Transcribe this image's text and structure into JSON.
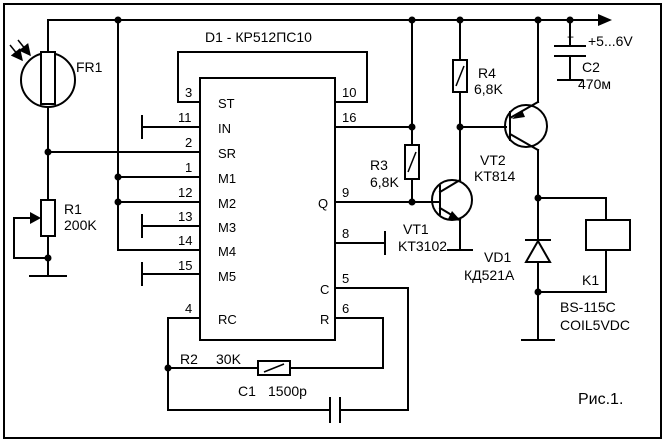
{
  "chip": {
    "title": "D1 - КР512ПС10",
    "pins_left": [
      {
        "num": "3",
        "name": "ST"
      },
      {
        "num": "11",
        "name": "IN"
      },
      {
        "num": "2",
        "name": "SR"
      },
      {
        "num": "1",
        "name": "M1"
      },
      {
        "num": "12",
        "name": "M2"
      },
      {
        "num": "13",
        "name": "M3"
      },
      {
        "num": "14",
        "name": "M4"
      },
      {
        "num": "15",
        "name": "M5"
      },
      {
        "num": "4",
        "name": "RC"
      }
    ],
    "pins_right": [
      {
        "num": "10",
        "name": ""
      },
      {
        "num": "16",
        "name": ""
      },
      {
        "num": "9",
        "name": "Q"
      },
      {
        "num": "8",
        "name": ""
      },
      {
        "num": "5",
        "name": "C"
      },
      {
        "num": "6",
        "name": "R"
      }
    ]
  },
  "supply": {
    "label": "+5...6V"
  },
  "components": {
    "fr1": {
      "ref": "FR1"
    },
    "r1": {
      "ref": "R1",
      "value": "200K"
    },
    "r2": {
      "ref": "R2",
      "value": "30K"
    },
    "c1": {
      "ref": "C1",
      "value": "1500p"
    },
    "r3": {
      "ref": "R3",
      "value": "6,8K"
    },
    "r4": {
      "ref": "R4",
      "value": "6,8K"
    },
    "vt1": {
      "ref": "VT1",
      "value": "KT3102"
    },
    "vt2": {
      "ref": "VT2",
      "value": "KT814"
    },
    "c2": {
      "ref": "C2",
      "value": "470м",
      "polarity": "+"
    },
    "vd1": {
      "ref": "VD1",
      "value": "КД521А"
    },
    "k1": {
      "ref": "K1",
      "value": "BS-115C",
      "value2": "COIL5VDC"
    }
  },
  "caption": "Рис.1."
}
